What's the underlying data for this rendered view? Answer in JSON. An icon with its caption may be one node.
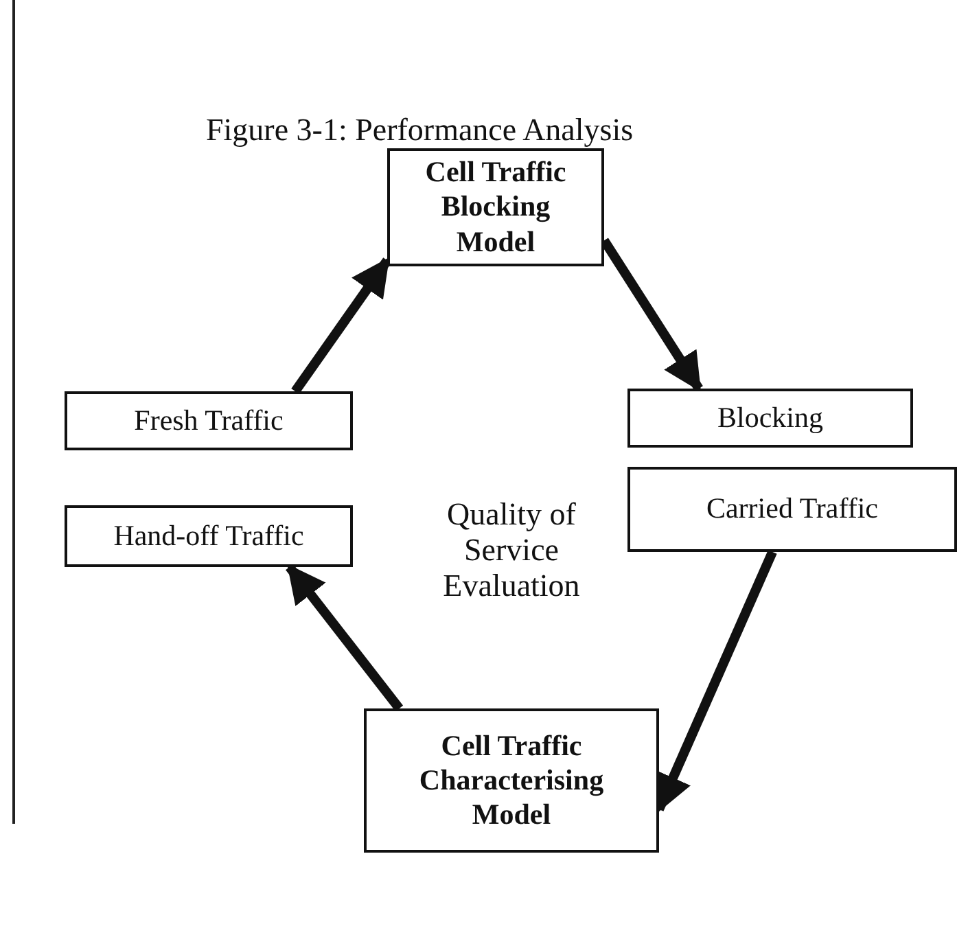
{
  "diagram": {
    "title": "Figure 3-1: Performance Analysis",
    "nodes": [
      {
        "text": [
          "Cell Traffic Blocking Model"
        ]
      },
      {
        "text": [
          "Fresh Traffic"
        ]
      },
      {
        "text": [
          "Hand-off Traffic"
        ]
      },
      {
        "text": [
          "Blocking"
        ]
      },
      {
        "text": [
          "Carried Traffic"
        ]
      },
      {
        "text": [
          "Cell Traffic Characterising Model"
        ]
      }
    ],
    "edges": [
      {
        "from": 1,
        "to": 0,
        "arrow": "to"
      },
      {
        "from": 0,
        "to": 3,
        "arrow": "to"
      },
      {
        "from": 4,
        "to": 5,
        "arrow": "to"
      },
      {
        "from": 5,
        "to": 2,
        "arrow": "to"
      }
    ],
    "labels": [
      "Quality of Service Evaluation"
    ]
  }
}
